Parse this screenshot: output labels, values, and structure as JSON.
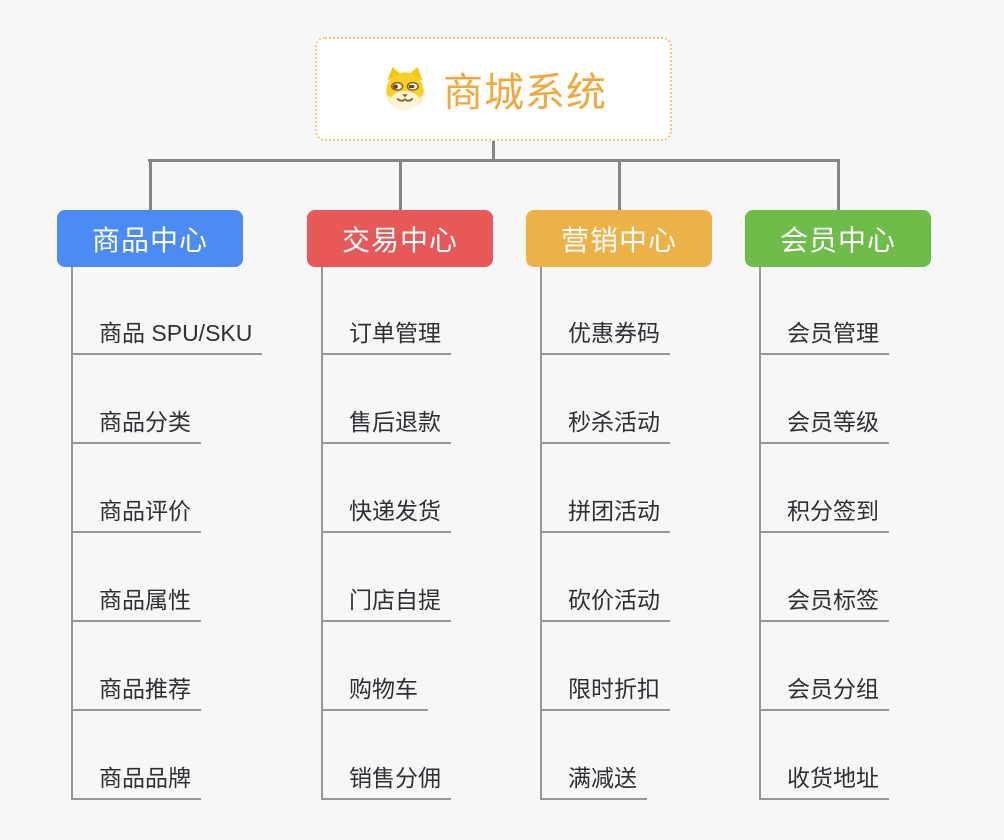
{
  "page": {
    "background": "#f7f7f7"
  },
  "root": {
    "title": "商城系统",
    "title_color": "#f0a93d",
    "border_color": "#f5c77e",
    "icon": "dog-face-icon"
  },
  "branches": [
    {
      "label": "商品中心",
      "color": "#4a8bf4",
      "items": [
        "商品 SPU/SKU",
        "商品分类",
        "商品评价",
        "商品属性",
        "商品推荐",
        "商品品牌"
      ]
    },
    {
      "label": "交易中心",
      "color": "#e75859",
      "items": [
        "订单管理",
        "售后退款",
        "快递发货",
        "门店自提",
        "购物车",
        "销售分佣"
      ]
    },
    {
      "label": "营销中心",
      "color": "#edb247",
      "items": [
        "优惠券码",
        "秒杀活动",
        "拼团活动",
        "砍价活动",
        "限时折扣",
        "满减送"
      ]
    },
    {
      "label": "会员中心",
      "color": "#6ebc49",
      "items": [
        "会员管理",
        "会员等级",
        "积分签到",
        "会员标签",
        "会员分组",
        "收货地址"
      ]
    }
  ],
  "colors": {
    "connector": "#858585",
    "spine_and_underline": "#979797",
    "leaf_text": "#2d3035"
  }
}
